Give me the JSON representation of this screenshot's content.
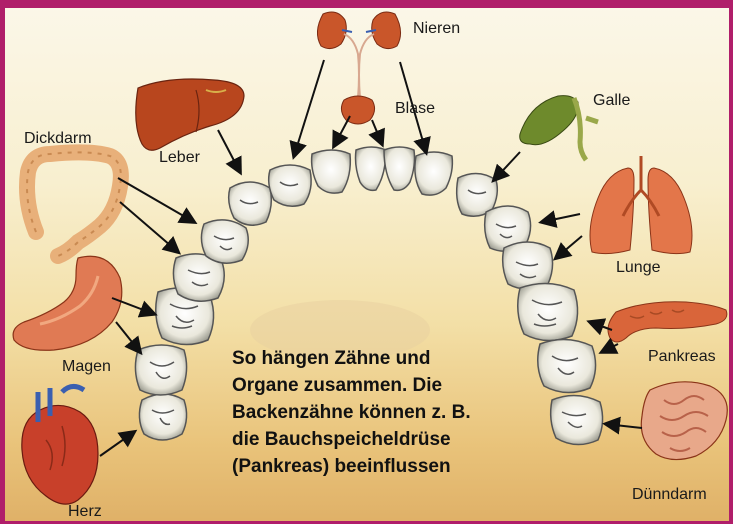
{
  "labels": {
    "nieren": "Nieren",
    "blase": "Blase",
    "galle": "Galle",
    "leber": "Leber",
    "dickdarm": "Dickdarm",
    "lunge": "Lunge",
    "magen": "Magen",
    "pankreas": "Pankreas",
    "herz": "Herz",
    "duenndarm": "Dünndarm"
  },
  "caption": [
    "So hängen Zähne und",
    "Organe zusammen. Die",
    "Backenzähne können z. B.",
    "die Bauchspeicheldrüse",
    "(Pankreas) beeinflussen"
  ],
  "colors": {
    "frame": "#b01e6a",
    "tooth": "#f1efe4",
    "organ_red": "#c8402a",
    "organ_pink": "#e89a82",
    "bile_green": "#6e8a2c"
  },
  "icons": [
    "kidney-icon",
    "bladder-icon",
    "gallbladder-icon",
    "liver-icon",
    "colon-icon",
    "lung-icon",
    "stomach-icon",
    "pancreas-icon",
    "heart-icon",
    "small-intestine-icon",
    "tooth-icon",
    "arrow-icon"
  ]
}
